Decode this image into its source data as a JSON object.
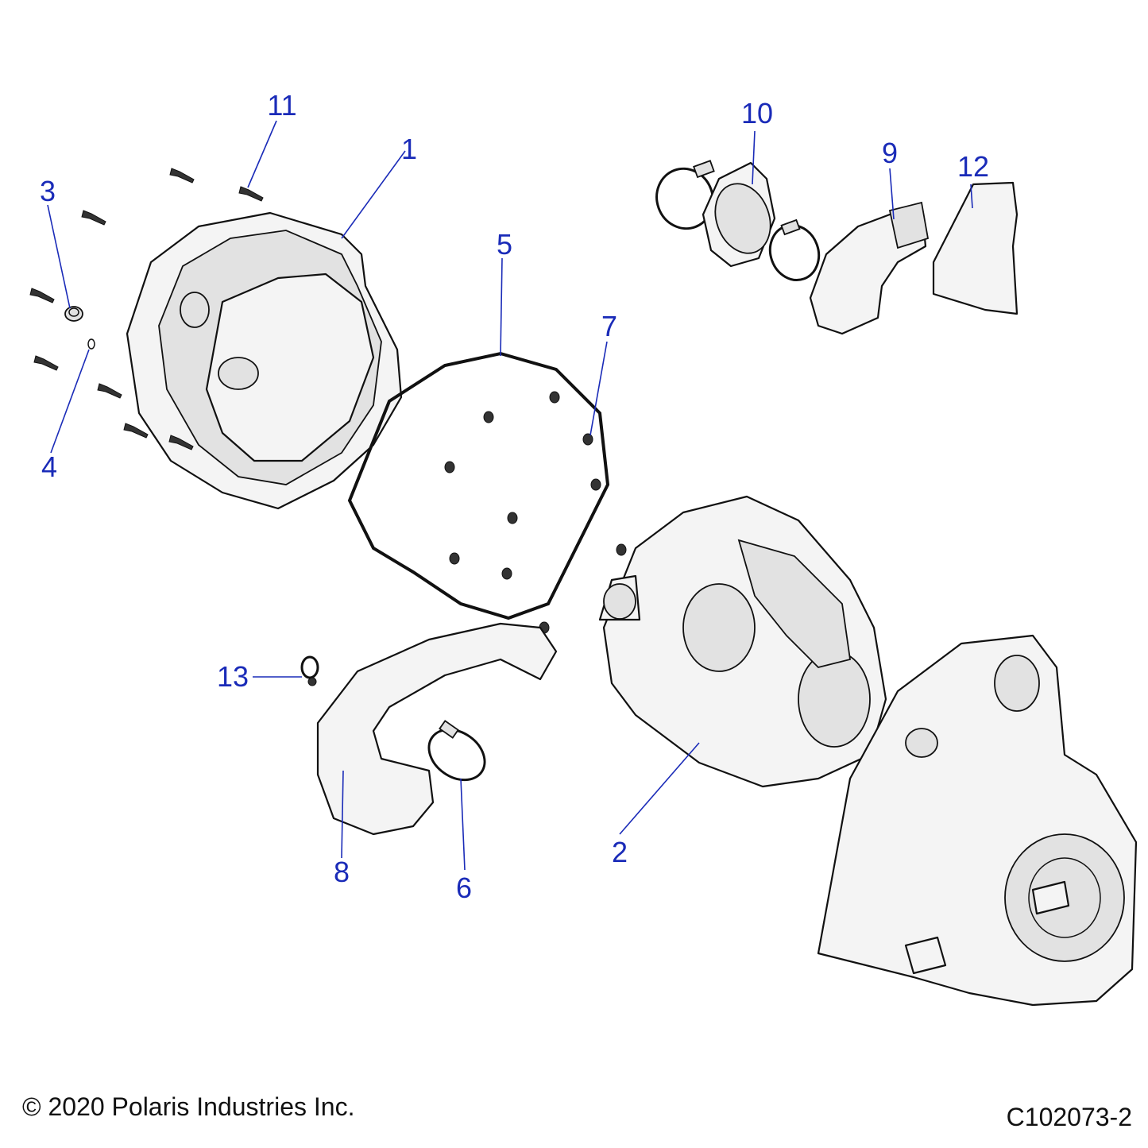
{
  "callouts": [
    {
      "id": "1",
      "label": "1"
    },
    {
      "id": "2",
      "label": "2"
    },
    {
      "id": "3",
      "label": "3"
    },
    {
      "id": "4",
      "label": "4"
    },
    {
      "id": "5",
      "label": "5"
    },
    {
      "id": "6",
      "label": "6"
    },
    {
      "id": "7",
      "label": "7"
    },
    {
      "id": "8",
      "label": "8"
    },
    {
      "id": "9",
      "label": "9"
    },
    {
      "id": "10",
      "label": "10"
    },
    {
      "id": "11",
      "label": "11"
    },
    {
      "id": "12",
      "label": "12"
    },
    {
      "id": "13",
      "label": "13"
    }
  ],
  "footer": {
    "copyright": "© 2020 Polaris Industries Inc.",
    "code": "C102073-2"
  },
  "colors": {
    "callout": "#1a2bb8",
    "line": "#111111",
    "part_fill": "#f4f4f4"
  }
}
